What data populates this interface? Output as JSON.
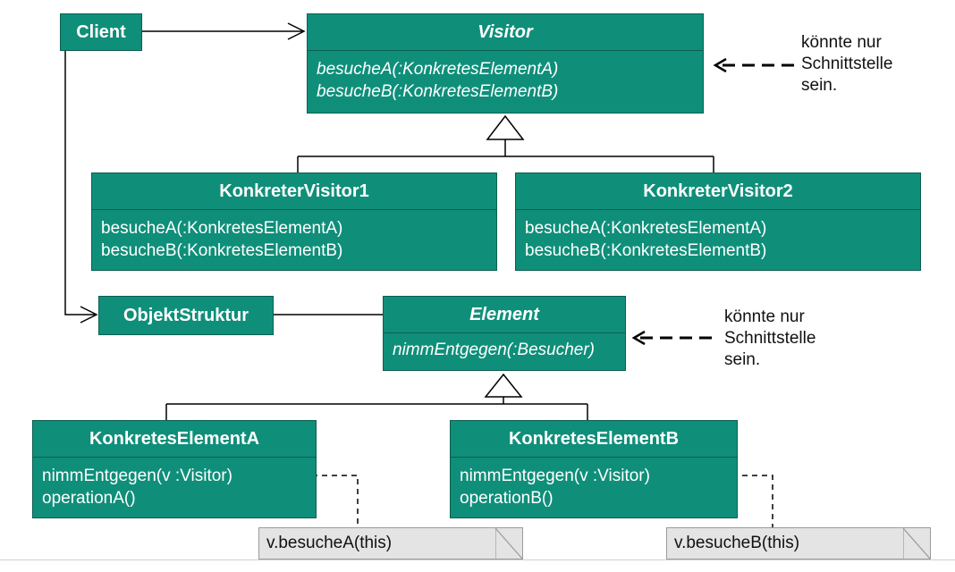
{
  "client": {
    "label": "Client"
  },
  "visitor": {
    "title": "Visitor",
    "ops": [
      "besucheA(:KonkretesElementA)",
      "besucheB(:KonkretesElementB)"
    ]
  },
  "visitor_note": {
    "lines": [
      "könnte nur",
      "Schnittstelle",
      "sein."
    ]
  },
  "konkreter_visitor1": {
    "title": "KonkreterVisitor1",
    "ops": [
      "besucheA(:KonkretesElementA)",
      "besucheB(:KonkretesElementB)"
    ]
  },
  "konkreter_visitor2": {
    "title": "KonkreterVisitor2",
    "ops": [
      "besucheA(:KonkretesElementA)",
      "besucheB(:KonkretesElementB)"
    ]
  },
  "objekt_struktur": {
    "label": "ObjektStruktur"
  },
  "element": {
    "title": "Element",
    "ops": [
      "nimmEntgegen(:Besucher)"
    ]
  },
  "element_note": {
    "lines": [
      "könnte nur",
      "Schnittstelle",
      "sein."
    ]
  },
  "konkretes_element_a": {
    "title": "KonkretesElementA",
    "ops": [
      "nimmEntgegen(v :Visitor)",
      "operationA()"
    ]
  },
  "konkretes_element_b": {
    "title": "KonkretesElementB",
    "ops": [
      "nimmEntgegen(v :Visitor)",
      "operationB()"
    ]
  },
  "note_a": {
    "text": "v.besucheA(this)"
  },
  "note_b": {
    "text": "v.besucheB(this)"
  },
  "colors": {
    "box_fill": "#0f8f7a",
    "box_border": "#0b5e50",
    "note_fill": "#e4e4e4"
  }
}
